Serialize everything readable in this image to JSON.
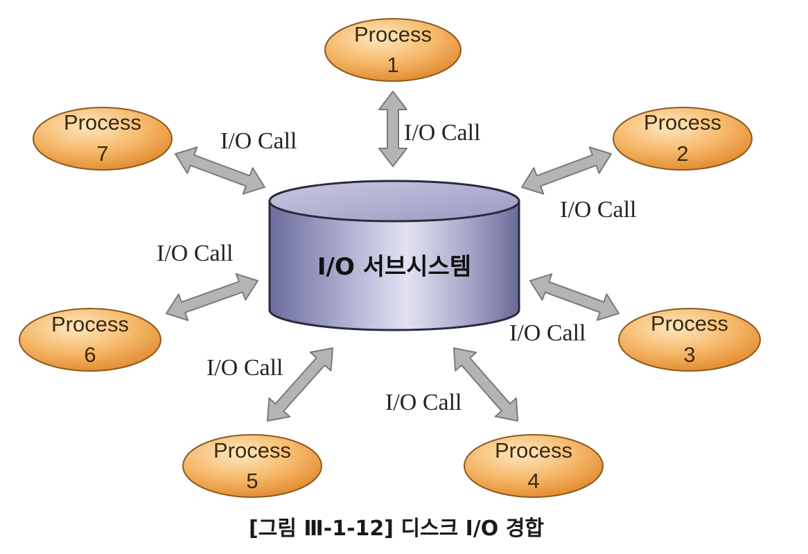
{
  "diagram": {
    "center_label": "I/O 서브시스템",
    "call_label": "I/O Call",
    "caption": "[그림 Ⅲ-1-12] 디스크 I/O 경합",
    "processes": [
      {
        "name": "Process",
        "number": "1"
      },
      {
        "name": "Process",
        "number": "2"
      },
      {
        "name": "Process",
        "number": "3"
      },
      {
        "name": "Process",
        "number": "4"
      },
      {
        "name": "Process",
        "number": "5"
      },
      {
        "name": "Process",
        "number": "6"
      },
      {
        "name": "Process",
        "number": "7"
      }
    ],
    "colors": {
      "process_fill_light": "#fce3b4",
      "process_fill_dark": "#e88f30",
      "process_stroke": "#8a5a1e",
      "cylinder_light": "#dcdcf0",
      "cylinder_dark": "#6e6ea0",
      "cylinder_stroke": "#2a2a40",
      "arrow_fill": "#b4b4b4",
      "arrow_stroke": "#7a7a7a"
    }
  }
}
